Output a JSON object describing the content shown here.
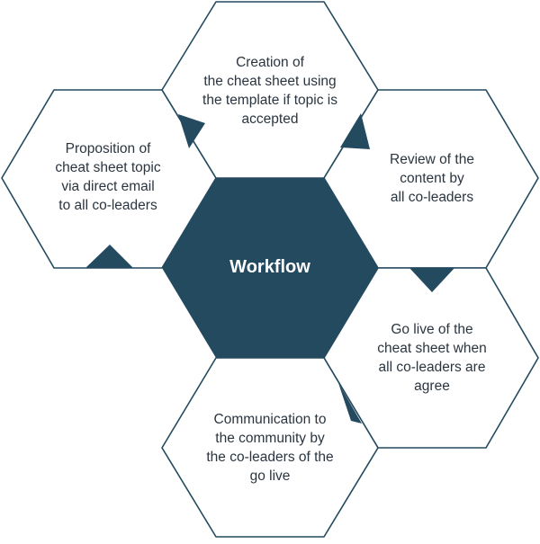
{
  "diagram": {
    "center_label": "Workflow",
    "steps": [
      {
        "lines": [
          "Proposition of",
          "cheat sheet topic",
          "via direct email",
          "to all co-leaders"
        ]
      },
      {
        "lines": [
          "Creation of",
          "the cheat sheet using",
          "the template if topic is",
          "accepted"
        ]
      },
      {
        "lines": [
          "Review of the",
          "content by",
          "all co-leaders"
        ]
      },
      {
        "lines": [
          "Go live of the",
          "cheat sheet when",
          "all co-leaders are",
          "agree"
        ]
      },
      {
        "lines": [
          "Communication to",
          "the community by",
          "the co-leaders of the",
          "go live"
        ]
      }
    ],
    "colors": {
      "accent": "#244a60",
      "text": "#2a3540",
      "background": "#ffffff"
    }
  }
}
